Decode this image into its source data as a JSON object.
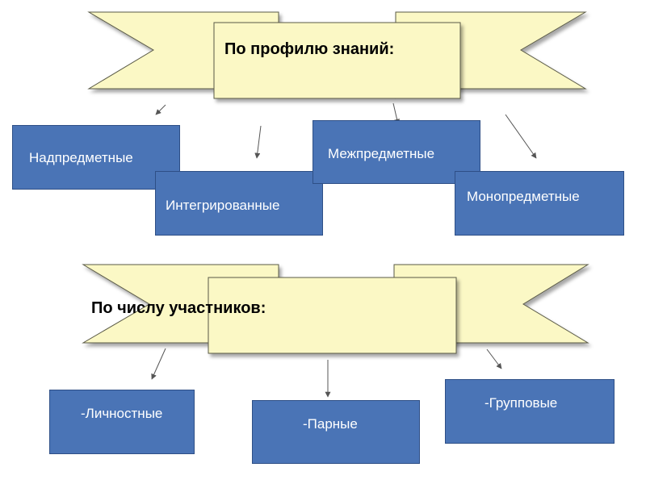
{
  "banners": [
    {
      "title": "По профилю знаний:"
    },
    {
      "title": "По числу участников:"
    }
  ],
  "profile_types": [
    {
      "label": "Надпредметные"
    },
    {
      "label": "Интегрированные"
    },
    {
      "label": "Межпредметные"
    },
    {
      "label": "Монопредметные"
    }
  ],
  "participant_types": [
    {
      "label": "-Личностные"
    },
    {
      "label": "-Парные"
    },
    {
      "label": "-Групповые"
    }
  ],
  "colors": {
    "ribbon_fill": "#fbf8c5",
    "ribbon_fold": "#e8e39a",
    "ribbon_stroke": "#5a5a46",
    "box_fill": "#4a74b6",
    "box_text": "#ffffff",
    "arrow": "#555555"
  }
}
